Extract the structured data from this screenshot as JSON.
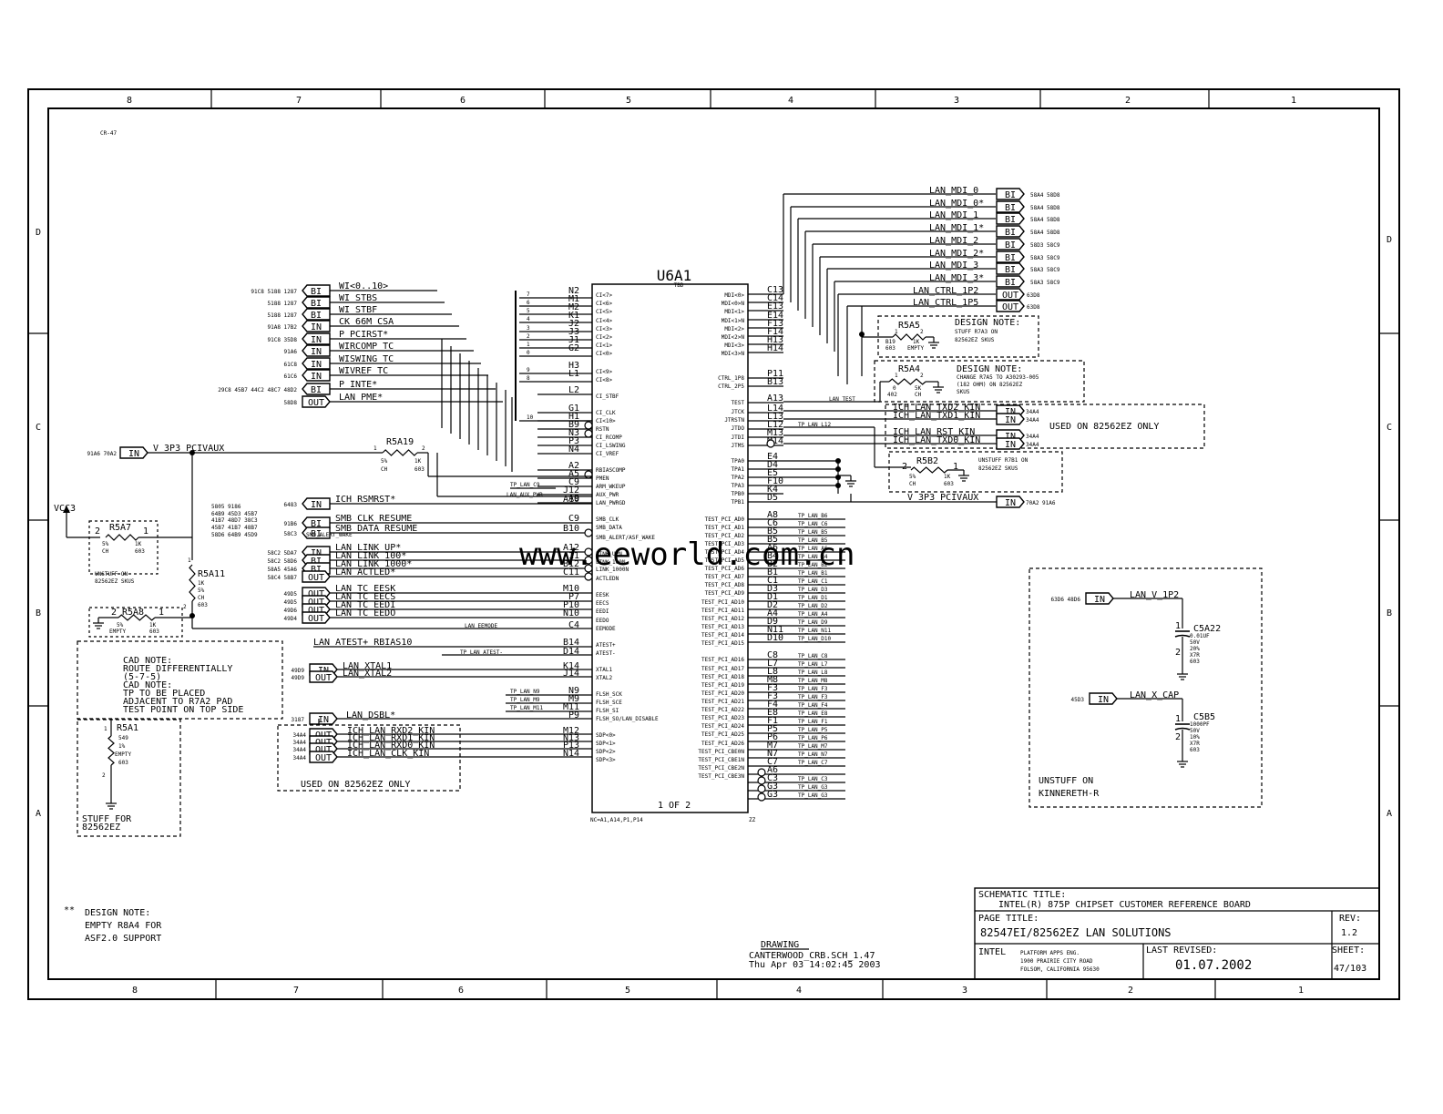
{
  "sheet_ref": "CR-47",
  "zone_cols": [
    "8",
    "7",
    "6",
    "5",
    "4",
    "3",
    "2",
    "1"
  ],
  "zone_rows": [
    "D",
    "C",
    "B",
    "A"
  ],
  "chip": {
    "ref": "U6A1",
    "part": "TBD",
    "unit": "1 OF 2",
    "bottom_left": "NC=A1,A14,P1,P14",
    "bottom_right": "ZZ"
  },
  "left_nets": [
    {
      "xref": "91C8 5188 1287",
      "type": "BI",
      "net": "WI<0..10>",
      "pin": "N2"
    },
    {
      "xref": "5188 1287",
      "type": "BI",
      "net": "WI_STBS",
      "pin": "M1"
    },
    {
      "xref": "5188 1287",
      "type": "BI",
      "net": "WI_STBF",
      "pin": "M2"
    },
    {
      "xref": "91A8 17B2",
      "type": "IN",
      "net": "CK_66M_CSA",
      "pin": "K1"
    },
    {
      "xref": "91C8 35D8",
      "type": "IN",
      "net": "P_PCIRST*",
      "pin": "J2"
    },
    {
      "xref": "91A6",
      "type": "IN",
      "net": "WIRCOMP_TC",
      "pin": "J3"
    },
    {
      "xref": "61C8",
      "type": "IN",
      "net": "WISWING_TC",
      "pin": "J1"
    },
    {
      "xref": "61C6",
      "type": "IN",
      "net": "WIVREF_TC",
      "pin": "G2"
    },
    {
      "xref": "29C8 45B7 44C2 48C7 48D2",
      "type": "BI",
      "net": "P_INTE*",
      "pin": "H3"
    },
    {
      "xref": "58D8",
      "type": "OUT",
      "net": "LAN_PME*",
      "pin": "L1"
    }
  ],
  "bus_bits": [
    "7",
    "6",
    "5",
    "4",
    "3",
    "2",
    "1",
    "0",
    "9",
    "8",
    "10"
  ],
  "left_pins_b": [
    "L2",
    "G1",
    "H1",
    "B9",
    "N3",
    "P3",
    "N4",
    "A2",
    "A5",
    "C9",
    "J12",
    "A9"
  ],
  "v3p3": {
    "xref": "91A6 70A2",
    "type": "IN",
    "net": "V_3P3_PCIVAUX"
  },
  "r5a19": {
    "ref": "R5A19",
    "p1": "1",
    "p2": "2",
    "tol": "5%",
    "val": "1K",
    "pkg": "CH",
    "size": "603"
  },
  "tp_lan_c9": "TP_LAN_C9",
  "lan_aux_pwr": "LAN_AUX_PWR",
  "vcc3": "VCC3",
  "r5a7": {
    "ref": "R5A7",
    "p1": "2",
    "p2": "1",
    "tol": "5%",
    "val": "1K",
    "pkg": "CH",
    "size": "603"
  },
  "unstuff_on": "UNSTUFF ON",
  "unstuff_sku": "82562EZ SKUS",
  "r5a11": {
    "ref": "R5A11",
    "p1": "1",
    "p2": "2",
    "val": "1K",
    "tol": "5%",
    "pkg": "CH",
    "size": "603"
  },
  "r5a8": {
    "ref": "R5A8",
    "p1": "2",
    "p2": "1",
    "tol": "5%",
    "val": "1K",
    "note": "EMPTY",
    "size": "603"
  },
  "left_nets2": [
    {
      "xref": "6483",
      "type": "IN",
      "net": "ICH_RSMRST*",
      "pin": "A10"
    },
    {
      "xref": "91B6",
      "type": "BI",
      "net": "SMB_CLK_RESUME",
      "pin": "C9"
    },
    {
      "xref": "58C3",
      "type": "BI",
      "net": "SMB_DATA_RESUME",
      "pin": "B10"
    },
    {
      "xref": "58C2 5DA7",
      "type": "IN",
      "net": "LAN_LINK_UP*",
      "pin": "A12"
    },
    {
      "xref": "58C2 58D6",
      "type": "BI",
      "net": "LAN_LINK_100*",
      "pin": "A11"
    },
    {
      "xref": "58A5 45A6",
      "type": "BI",
      "net": "LAN_LINK_1000*",
      "pin": "B12"
    },
    {
      "xref": "58C4 58B7",
      "type": "OUT",
      "net": "LAN_ACTLED*",
      "pin": "C11"
    },
    {
      "xref": "49D5",
      "type": "OUT",
      "net": "LAN_TC_EESK",
      "pin": "M10"
    },
    {
      "xref": "49D5",
      "type": "OUT",
      "net": "LAN_TC_EECS",
      "pin": "P7"
    },
    {
      "xref": "49D6",
      "type": "OUT",
      "net": "LAN_TC_EEDI",
      "pin": "P10"
    },
    {
      "xref": "49D4",
      "type": "OUT",
      "net": "LAN_TC_EEDO",
      "pin": "N10"
    }
  ],
  "smb_xref_a": "5805 9186",
  "smb_xref_b": "64B9 45D3 45B7",
  "smb_xref_c": "41B7 48D7 38C3",
  "smb_xref_d": "45B7 41B7 48B7",
  "smb_xref_e": "58D6 64B9 45D9",
  "smb_alert": "SMB_ALERT_WAKE",
  "lan_eemode": "LAN_EEMODE",
  "lan_eemode_pin": "C4",
  "atest_net": "LAN_ATEST+_RBIAS10",
  "atest_pin": "B14",
  "tp_atest": "TP_LAN_ATEST-",
  "tp_atest_pin": "D14",
  "cad_note": [
    "CAD NOTE:",
    "ROUTE DIFFERENTIALLY",
    "(5-7-5)",
    "CAD NOTE:",
    "TP TO BE PLACED",
    "ADJACENT TO R7A2 PAD",
    "TEST POINT ON TOP SIDE"
  ],
  "xtal": [
    {
      "xref": "49D9",
      "type": "IN",
      "net": "LAN_XTAL1",
      "pin": "K14"
    },
    {
      "xref": "49D9",
      "type": "OUT",
      "net": "LAN_XTAL2",
      "pin": "J14"
    }
  ],
  "tp_flash": [
    {
      "net": "TP_LAN_N9",
      "pin": "N9"
    },
    {
      "net": "TP_LAN_M9",
      "pin": "M9"
    },
    {
      "net": "TP_LAN_M11",
      "pin": "M11"
    }
  ],
  "dsbl": {
    "xref": "3187",
    "type": "IN",
    "net": "LAN_DSBL*",
    "pin": "P9"
  },
  "r5a1": {
    "ref": "R5A1",
    "p1": "1",
    "val": "549",
    "tol": "1%",
    "note": "EMPTY",
    "size": "603",
    "p2": "2"
  },
  "stuff_for": "STUFF FOR",
  "stuff_for_sku": "82562EZ",
  "rxd": [
    {
      "xref": "34A4",
      "type": "OUT",
      "net": "ICH_LAN_RXD2_KIN",
      "pin": "M12"
    },
    {
      "xref": "34A4",
      "type": "OUT",
      "net": "ICH_LAN_RXD1_KIN",
      "pin": "N13"
    },
    {
      "xref": "34A4",
      "type": "OUT",
      "net": "ICH_LAN_RXD0_KIN",
      "pin": "P13"
    },
    {
      "xref": "34A4",
      "type": "OUT",
      "net": "ICH_LAN_CLK_KIN",
      "pin": "N14"
    }
  ],
  "used_on": "USED ON 82562EZ ONLY",
  "inner_left": [
    "CI<7>",
    "CI<6>",
    "CI<5>",
    "CI<4>",
    "CI<3>",
    "CI<2>",
    "CI<1>",
    "CI<0>",
    "CI<9>",
    "CI<8>",
    "CI_STBF",
    "CI_CLK",
    "CI<10>",
    "RSTN",
    "CI_RCOMP",
    "CI_LSWING",
    "CI_VREF",
    "RBIASCOMP",
    "PMEN",
    "ARM_WKEUP",
    "AUX_PWR",
    "LAN_PWRGD",
    "SMB_CLK",
    "SMB_DATA",
    "SMB_ALERT/ASF_WAKE",
    "LINK_UPN",
    "LINK_100N",
    "LINK_1000N",
    "ACTLEDN",
    "EESK",
    "EECS",
    "EEDI",
    "EEDO",
    "EEMODE",
    "ATEST+",
    "ATEST-",
    "XTAL1",
    "XTAL2",
    "FLSH_SCK",
    "FLSH_SCE",
    "FLSH_SI",
    "FLSH_SO/LAN_DISABLE",
    "SDP<0>",
    "SDP<1>",
    "SDP<2>",
    "SDP<3>"
  ],
  "inner_right": [
    "MDI<0>",
    "MDI<0>N",
    "MDI<1>",
    "MDI<1>N",
    "MDI<2>",
    "MDI<2>N",
    "MDI<3>",
    "MDI<3>N",
    "CTRL_1P8",
    "CTRL_2P5",
    "TEST",
    "JTCK",
    "JTRSTN",
    "JTDO",
    "JTDI",
    "JTMS",
    "TPA0",
    "TPA1",
    "TPA2",
    "TPA3",
    "TPB0",
    "TPB1",
    "TEST_PCI_AD0",
    "TEST_PCI_AD1",
    "TEST_PCI_AD2",
    "TEST_PCI_AD3",
    "TEST_PCI_AD4",
    "TEST_PCI_AD5",
    "TEST_PCI_AD6",
    "TEST_PCI_AD7",
    "TEST_PCI_AD8",
    "TEST_PCI_AD9",
    "TEST_PCI_AD10",
    "TEST_PCI_AD11",
    "TEST_PCI_AD12",
    "TEST_PCI_AD13",
    "TEST_PCI_AD14",
    "TEST_PCI_AD15",
    "TEST_PCI_AD16",
    "TEST_PCI_AD17",
    "TEST_PCI_AD18",
    "TEST_PCI_AD19",
    "TEST_PCI_AD20",
    "TEST_PCI_AD21",
    "TEST_PCI_AD22",
    "TEST_PCI_AD23",
    "TEST_PCI_AD24",
    "TEST_PCI_AD25",
    "TEST_PCI_AD26",
    "TEST_PCI_CBE0N",
    "TEST_PCI_CBE1N",
    "TEST_PCI_CBE2N",
    "TEST_PCI_CBE3N"
  ],
  "right_pins": [
    "C13",
    "C14",
    "E13",
    "E14",
    "F13",
    "F14",
    "H13",
    "H14",
    "P11",
    "B13",
    "A13",
    "L14",
    "L13",
    "L12",
    "M13",
    "M14",
    "E4",
    "D4",
    "E5",
    "F10",
    "K4",
    "D5"
  ],
  "mdi": [
    {
      "net": "LAN_MDI_0",
      "type": "BI",
      "xref": "58A4 58D8"
    },
    {
      "net": "LAN_MDI_0*",
      "type": "BI",
      "xref": "58A4 58D8"
    },
    {
      "net": "LAN_MDI_1",
      "type": "BI",
      "xref": "58A4 58D8"
    },
    {
      "net": "LAN_MDI_1*",
      "type": "BI",
      "xref": "58A4 58D8"
    },
    {
      "net": "LAN_MDI_2",
      "type": "BI",
      "xref": "58D3 58C9"
    },
    {
      "net": "LAN_MDI_2*",
      "type": "BI",
      "xref": "58A3 58C9"
    },
    {
      "net": "LAN_MDI_3",
      "type": "BI",
      "xref": "58A3 58C9"
    },
    {
      "net": "LAN_MDI_3*",
      "type": "BI",
      "xref": "58A3 58C9"
    }
  ],
  "ctrl": [
    {
      "net": "LAN_CTRL_1P2",
      "type": "OUT",
      "xref": "63D8"
    },
    {
      "net": "LAN_CTRL_1P5",
      "type": "OUT",
      "xref": "63D8"
    }
  ],
  "r5a5": {
    "ref": "R5A5",
    "p1": "1",
    "p2": "2",
    "pin": "B19",
    "val": "1K",
    "size": "603",
    "note": "EMPTY"
  },
  "note_r5a5": [
    "DESIGN NOTE:",
    "STUFF R7A3 ON",
    "82562EZ SKUS"
  ],
  "r5a4": {
    "ref": "R5A4",
    "p1": "1",
    "p2": "2",
    "pin": "0",
    "v1": "402",
    "val": "5K",
    "pkg": "CH"
  },
  "note_r5a4": [
    "DESIGN NOTE:",
    "CHANGE R7A5 TO A30293-005",
    "(182 OHM) ON 82562EZ",
    "SKUS"
  ],
  "lan_test": "LAN_TEST",
  "ich_tx": [
    {
      "net": "ICH_LAN_TXD2_KIN",
      "type": "IN",
      "xref": "34A4"
    },
    {
      "net": "ICH_LAN_TXD1_KIN",
      "type": "IN",
      "xref": "34A4"
    },
    {
      "net": "ICH_LAN_RST_KIN",
      "type": "IN",
      "xref": "34A4"
    },
    {
      "net": "ICH_LAN_TXD0_KIN",
      "type": "IN",
      "xref": "34A4"
    }
  ],
  "tp_lan_l12": "TP_LAN_L12",
  "used_on_82562": "USED ON 82562EZ ONLY",
  "r5b2": {
    "ref": "R5B2",
    "p1": "2",
    "p2": "1",
    "tol": "5%",
    "val": "1K",
    "pkg": "CH",
    "size": "603"
  },
  "note_r5b2": [
    "UNSTUFF R7B1 ON",
    "82562EZ SKUS"
  ],
  "v3p3_right": {
    "net": "V_3P3_PCIVAUX",
    "type": "IN",
    "xref": "70A2 91A6"
  },
  "test_pins": [
    {
      "pin": "A8",
      "net": "TP_LAN_B6"
    },
    {
      "pin": "C6",
      "net": "TP_LAN_C6"
    },
    {
      "pin": "B5",
      "net": "TP_LAN_B5"
    },
    {
      "pin": "B5",
      "net": "TP_LAN_B5"
    },
    {
      "pin": "A6",
      "net": "TP_LAN_A6"
    },
    {
      "pin": "B4",
      "net": "TP_LAN_B4"
    },
    {
      "pin": "B2",
      "net": "TP_LAN_B2"
    },
    {
      "pin": "B1",
      "net": "TP_LAN_B1"
    },
    {
      "pin": "C1",
      "net": "TP_LAN_C1"
    },
    {
      "pin": "D3",
      "net": "TP_LAN_D3"
    },
    {
      "pin": "D1",
      "net": "TP_LAN_D1"
    },
    {
      "pin": "D2",
      "net": "TP_LAN_D2"
    },
    {
      "pin": "A4",
      "net": "TP_LAN_A4"
    },
    {
      "pin": "D9",
      "net": "TP_LAN_D9"
    },
    {
      "pin": "N11",
      "net": "TP_LAN_N11"
    },
    {
      "pin": "D10",
      "net": "TP_LAN_D10"
    },
    {
      "pin": "C8",
      "net": "TP_LAN_C8"
    },
    {
      "pin": "L7",
      "net": "TP_LAN_L7"
    },
    {
      "pin": "L8",
      "net": "TP_LAN_L8"
    },
    {
      "pin": "M8",
      "net": "TP_LAN_M8"
    },
    {
      "pin": "F3",
      "net": "TP_LAN_F3"
    },
    {
      "pin": "F3",
      "net": "TP_LAN_F3"
    },
    {
      "pin": "F4",
      "net": "TP_LAN_F4"
    },
    {
      "pin": "E8",
      "net": "TP_LAN_E8"
    },
    {
      "pin": "F1",
      "net": "TP_LAN_F1"
    },
    {
      "pin": "P5",
      "net": "TP_LAN_P5"
    },
    {
      "pin": "P6",
      "net": "TP_LAN_P6"
    },
    {
      "pin": "M7",
      "net": "TP_LAN_M7"
    },
    {
      "pin": "N7",
      "net": "TP_LAN_N7"
    },
    {
      "pin": "C7",
      "net": "TP_LAN_C7"
    },
    {
      "pin": "A6",
      "net": ""
    },
    {
      "pin": "C3",
      "net": "TP_LAN_C3"
    },
    {
      "pin": "G3",
      "net": "TP_LAN_G3"
    },
    {
      "pin": "G3",
      "net": "TP_LAN_G3"
    }
  ],
  "cap_box": {
    "lan_v": {
      "xref": "63D6 48D6",
      "type": "IN",
      "net": "LAN_V_1P2"
    },
    "c5a22": {
      "ref": "C5A22",
      "p1": "1",
      "p2": "2",
      "val": "0.01UF",
      "v": "50V",
      "tol": "20%",
      "die": "X7R",
      "size": "603"
    },
    "lan_x": {
      "xref": "45D3",
      "type": "IN",
      "net": "LAN_X_CAP"
    },
    "c5b5": {
      "ref": "C5B5",
      "p1": "1",
      "p2": "2",
      "val": "1000PF",
      "v": "50V",
      "tol": "10%",
      "die": "X7R",
      "size": "603"
    },
    "note": [
      "UNSTUFF ON",
      "KINNERETH-R"
    ]
  },
  "design_note_bottom": [
    "**",
    "DESIGN NOTE:",
    "EMPTY R8A4 FOR",
    "ASF2.0 SUPPORT"
  ],
  "drawing": [
    "DRAWING",
    "CANTERWOOD_CRB.SCH_1.47",
    "Thu Apr 03 14:02:45 2003"
  ],
  "title_block": {
    "schematic_title_label": "SCHEMATIC TITLE:",
    "schematic_title": "INTEL(R) 875P CHIPSET CUSTOMER REFERENCE BOARD",
    "page_title_label": "PAGE TITLE:",
    "page_title": "82547EI/82562EZ LAN SOLUTIONS",
    "rev_label": "REV:",
    "rev": "1.2",
    "company": "INTEL",
    "address": [
      "PLATFORM APPS ENG.",
      "1900 PRAIRIE CITY ROAD",
      "FOLSOM, CALIFORNIA 95630"
    ],
    "last_revised_label": "LAST REVISED:",
    "last_revised": "01.07.2002",
    "sheet_label": "SHEET:",
    "sheet": "47/103"
  },
  "watermark": "www.eeworld.com.cn"
}
